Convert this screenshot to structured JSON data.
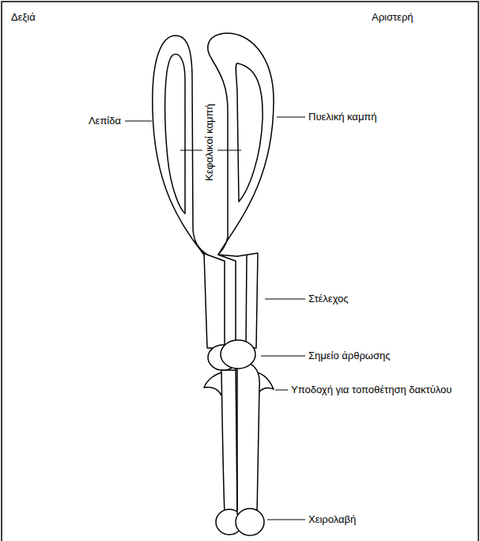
{
  "diagram": {
    "labels": [
      "Δεξιά",
      "Αριστερή",
      "Λεπίδα",
      "Κεφαλικοί καμπή",
      "Πυελική καμπή",
      "Στέλεχος",
      "Σημείο άρθρωσης",
      "Υποδοχή για τοποθέτηση δακτύλου",
      "Χειρολαβή"
    ]
  }
}
